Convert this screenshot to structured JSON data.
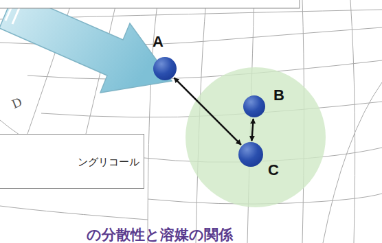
{
  "diagram": {
    "nodes": [
      {
        "text": [
          "A"
        ]
      },
      {
        "text": [
          "B"
        ]
      },
      {
        "text": [
          "C"
        ]
      },
      {
        "text": [
          "ングリコール"
        ]
      }
    ],
    "edges": [
      {
        "from": 0,
        "to": 2,
        "arrow": "both"
      },
      {
        "from": 1,
        "to": 2,
        "arrow": "both"
      }
    ],
    "labels": [
      "D",
      "の分散性と溶媒の関係"
    ]
  }
}
